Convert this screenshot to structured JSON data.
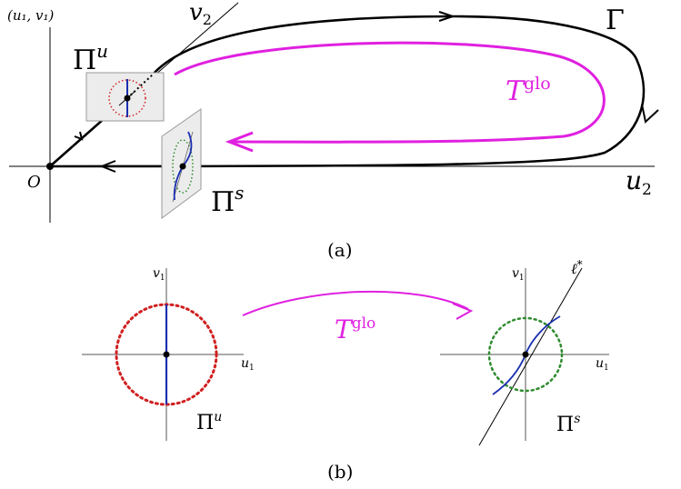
{
  "panel_a": {
    "axis_label_top": "(u₁, v₁)",
    "label_v2": "v",
    "label_v2_sub": "2",
    "label_u2": "u",
    "label_u2_sub": "2",
    "label_origin": "O",
    "label_gamma": "Γ",
    "label_pi_u": "Π",
    "label_pi_u_sup": "u",
    "label_pi_s": "Π",
    "label_pi_s_sup": "s",
    "label_map": "T",
    "label_map_sup": "glo",
    "caption": "(a)"
  },
  "panel_b": {
    "left_v_axis": "v",
    "left_v_axis_sub": "1",
    "left_u_axis": "u",
    "left_u_axis_sub": "1",
    "left_plane": "Π",
    "left_plane_sup": "u",
    "right_v_axis": "v",
    "right_v_axis_sub": "1",
    "right_u_axis": "u",
    "right_u_axis_sub": "1",
    "right_line": "ℓ",
    "right_line_sup": "*",
    "right_plane": "Π",
    "right_plane_sup": "s",
    "map": "T",
    "map_sup": "glo",
    "caption": "(b)"
  },
  "colors": {
    "orbit": "#000000",
    "map_arrow": "#e020e0",
    "curve": "#1a2fb0",
    "circle_u": "#d02020",
    "circle_s": "#2e8b2e",
    "plane_fill": "#ececec",
    "plane_edge": "#999999"
  }
}
